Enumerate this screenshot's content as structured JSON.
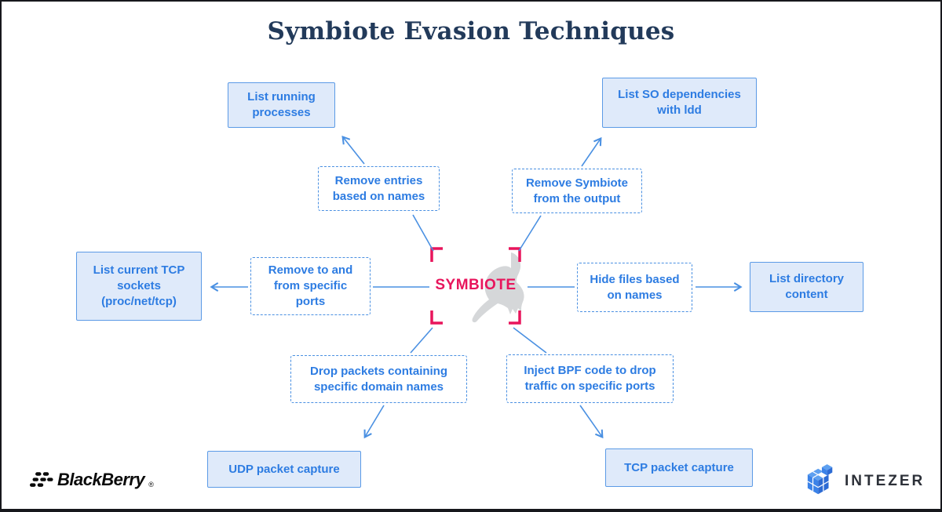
{
  "title": "Symbiote Evasion Techniques",
  "center": {
    "label": "SYMBIOTE"
  },
  "flows": {
    "processes": {
      "method": "Remove entries based on names",
      "outcome": "List running processes"
    },
    "so_dependencies": {
      "method": "Remove Symbiote from the output",
      "outcome": "List SO dependencies with ldd"
    },
    "tcp_sockets": {
      "method": "Remove to and from specific ports",
      "outcome": "List current TCP sockets (proc/net/tcp)"
    },
    "directory": {
      "method": "Hide files based on names",
      "outcome": "List directory content"
    },
    "udp_capture": {
      "method": "Drop packets containing specific domain names",
      "outcome": "UDP packet capture"
    },
    "tcp_capture": {
      "method": "Inject BPF code to drop traffic on specific ports",
      "outcome": "TCP packet capture"
    }
  },
  "footer": {
    "blackberry_wordmark": "BlackBerry",
    "registered_mark": "®",
    "intezer_wordmark": "INTEZER"
  },
  "colors": {
    "accent_blue": "#2d7ce2",
    "box_fill": "#dfeafa",
    "box_border": "#5b9ae6",
    "dashed_border": "#4a90e2",
    "connector_blue": "#4a90e2",
    "center_red": "#e8155c",
    "title_navy": "#223a5a",
    "ghost_gray": "#d5d7d9"
  }
}
